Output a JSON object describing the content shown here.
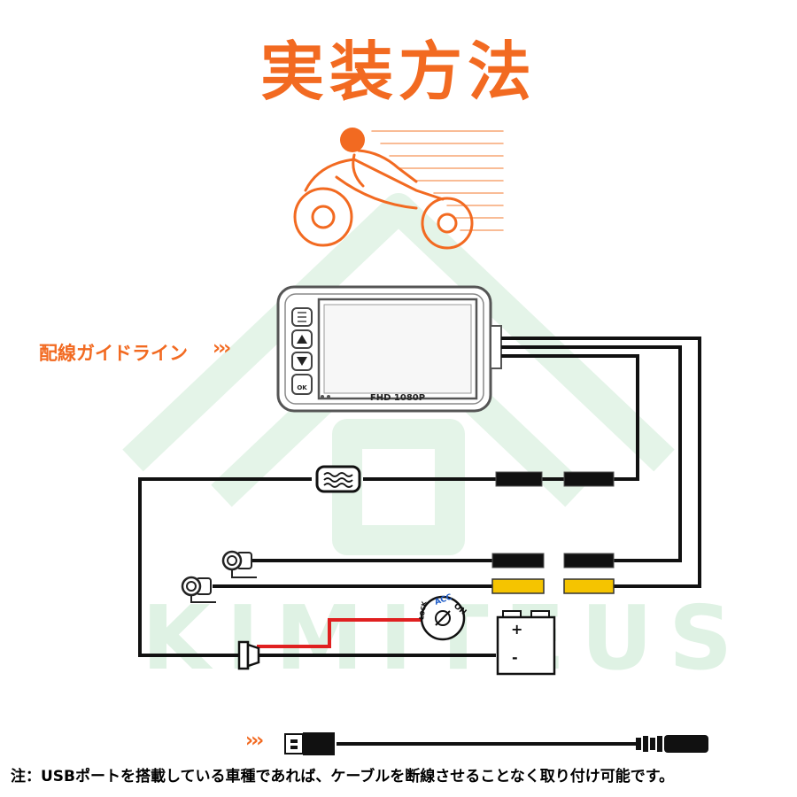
{
  "title": "実装方法",
  "guide": {
    "label": "配線ガイドライン",
    "arrows": "›››"
  },
  "device": {
    "screen_text": "FHD 1080P",
    "ok_label": "OK"
  },
  "ignition": {
    "acc": "ACC",
    "on": "ON",
    "lock": "LOCK"
  },
  "battery": {
    "plus": "+",
    "minus": "-"
  },
  "watermark": "KIMITEUS",
  "usb_arrows": "›››",
  "note": "注：USBポートを搭載している車種であれば、ケーブルを断線させることなく取り付け可能です。",
  "colors": {
    "accent": "#f26a21",
    "wire": "#111111",
    "power_wire": "#e02020",
    "connector_yellow": "#f5c400",
    "watermark": "#dff2e4"
  }
}
